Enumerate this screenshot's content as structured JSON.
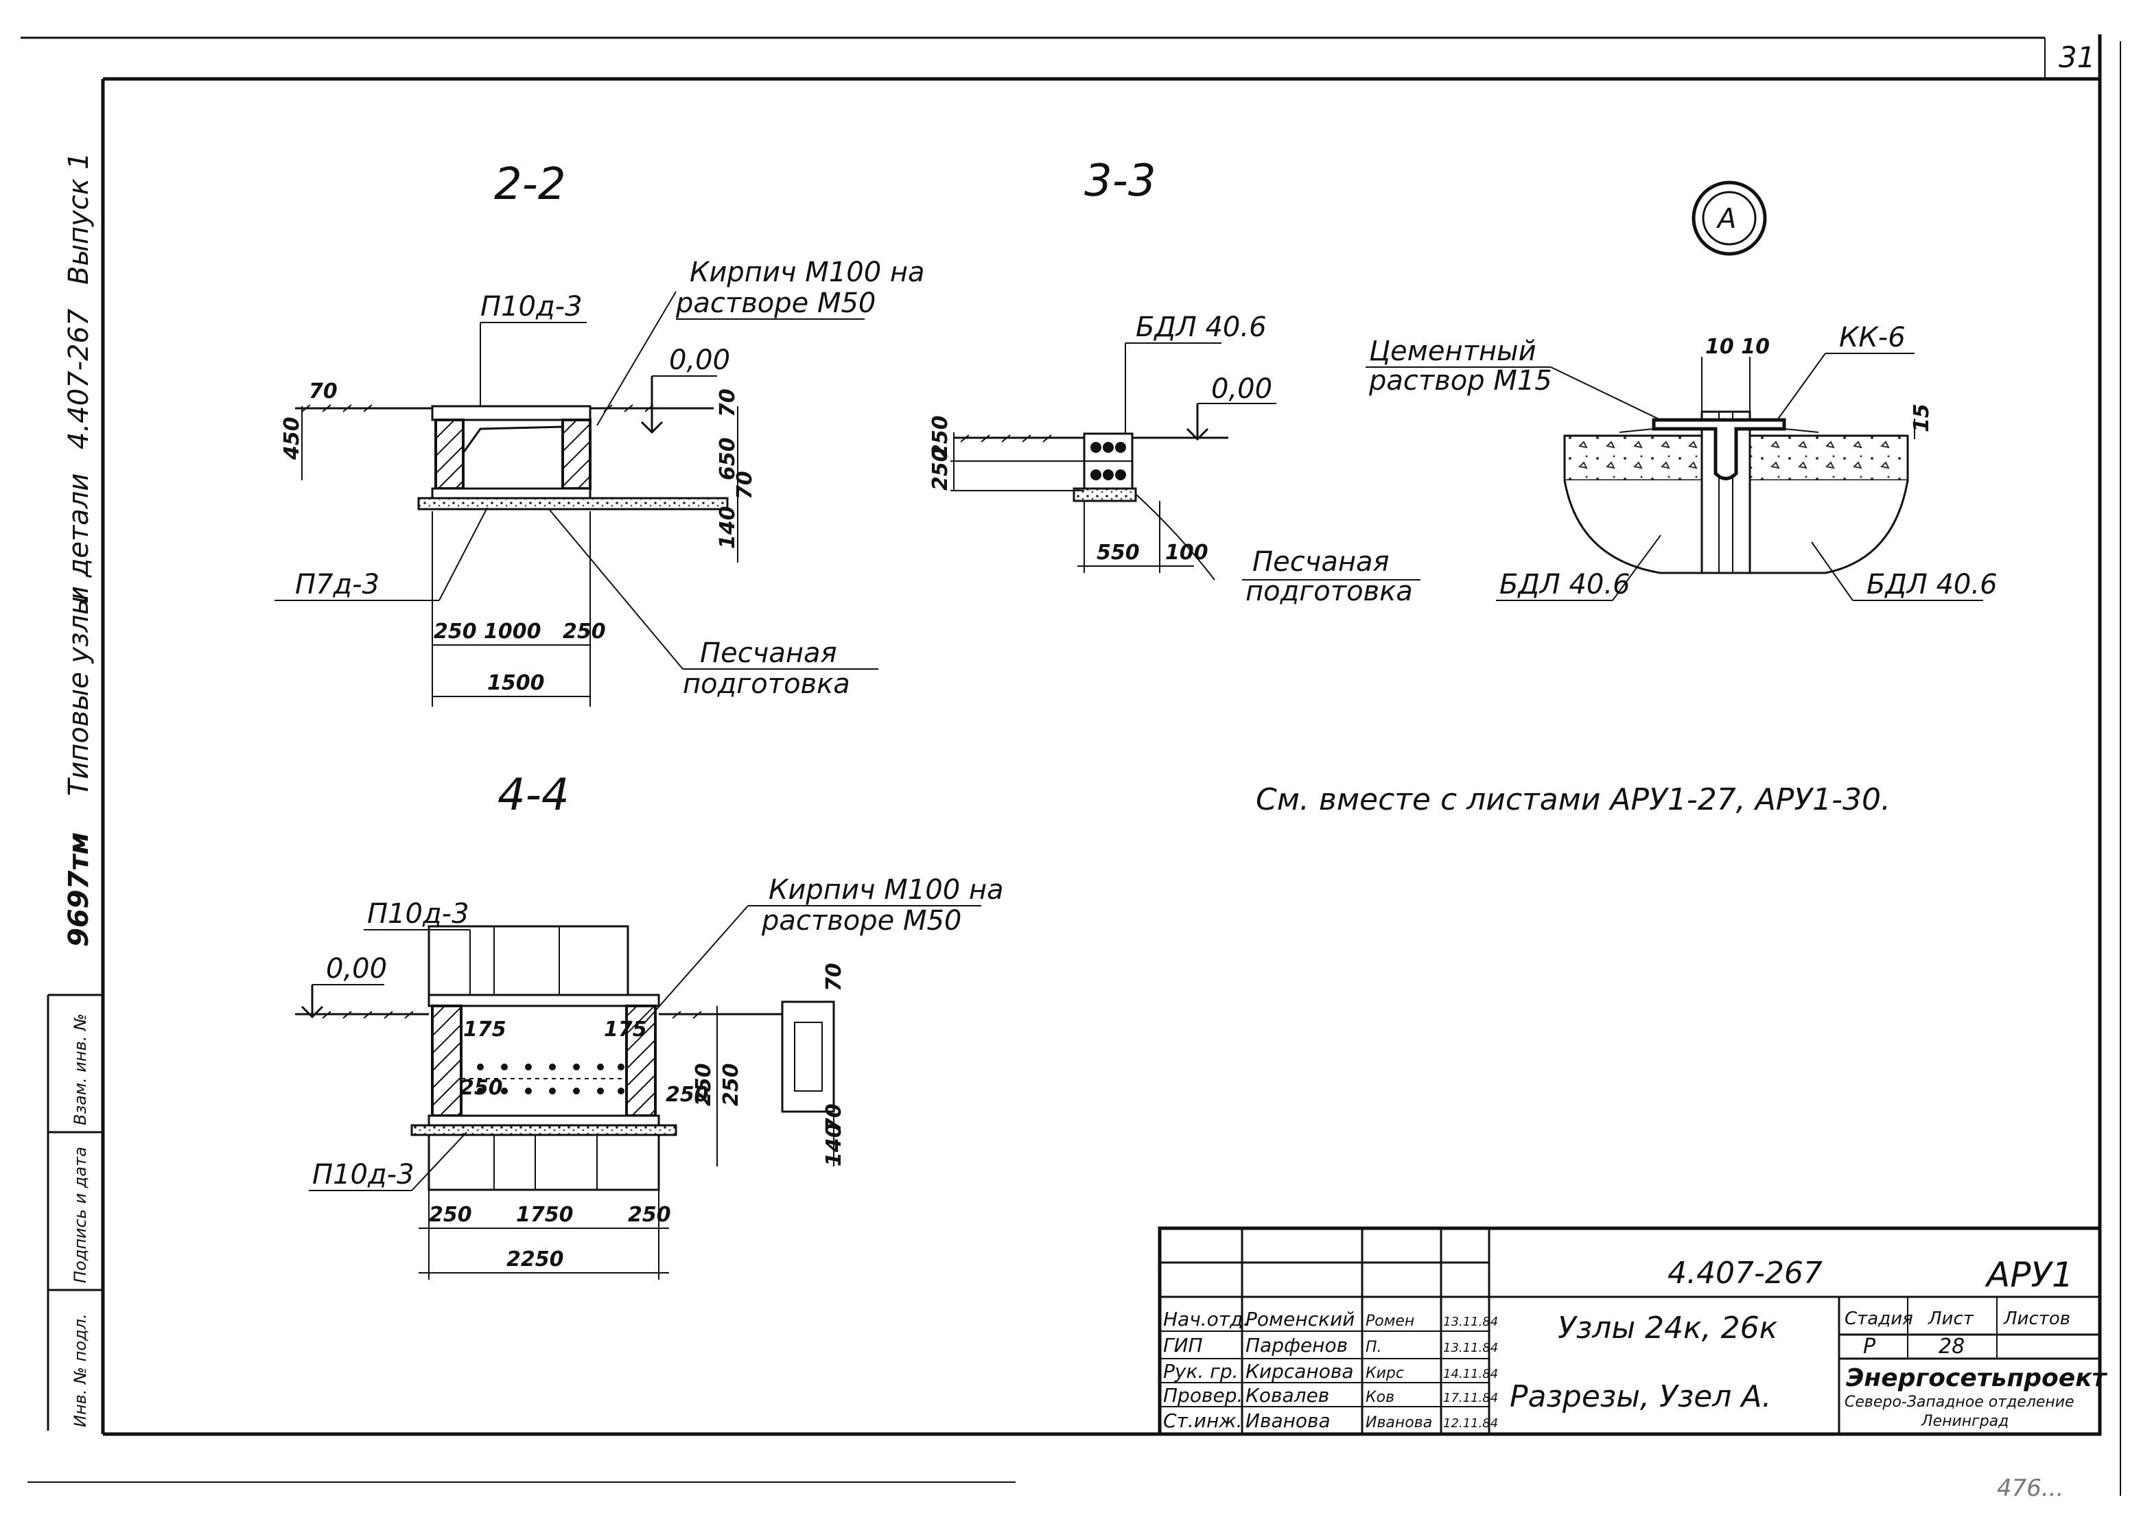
{
  "sheet": {
    "number": "31",
    "corner_note": "476..."
  },
  "side_strip": {
    "issue": "Выпуск 1",
    "series": "4.407-267",
    "title_line1": "Типовые узлы",
    "title_line2": "и детали",
    "archive": "9697тм",
    "cells": [
      "Взам. инв. №",
      "Подпись и дата",
      "Инв. № подл."
    ]
  },
  "section_2_2": {
    "title": "2-2",
    "slab_top": "П10д-3",
    "slab_bottom": "П7д-3",
    "brick_note_1": "Кирпич М100 на",
    "brick_note_2": "растворе М50",
    "level": "0,00",
    "dims": [
      "70",
      "450",
      "70",
      "650",
      "70",
      "140",
      "250",
      "1000",
      "250",
      "1500"
    ],
    "sand_1": "Песчаная",
    "sand_2": "подготовка"
  },
  "section_3_3": {
    "title": "3-3",
    "block": "БДЛ 40.6",
    "level": "0,00",
    "dims": [
      "250",
      "250",
      "550",
      "100"
    ],
    "sand_1": "Песчаная",
    "sand_2": "подготовка"
  },
  "node_a": {
    "mark": "А",
    "cement_1": "Цементный",
    "cement_2": "раствор М15",
    "gap": "10 10",
    "kk": "КК-6",
    "block_left": "БДЛ 40.6",
    "block_right": "БДЛ 40.6"
  },
  "section_4_4": {
    "title": "4-4",
    "slab_top": "П10д-3",
    "slab_bottom": "П10д-3",
    "brick_note_1": "Кирпич М100 на",
    "brick_note_2": "растворе М50",
    "level": "0,00",
    "dims": [
      "70",
      "175",
      "175",
      "250",
      "250",
      "250",
      "250",
      "70",
      "140",
      "250",
      "1750",
      "250",
      "2250"
    ]
  },
  "note": "См. вместе с листами АРУ1-27, АРУ1-30.",
  "title_block": {
    "code": "4.407-267",
    "mark": "АРУ1",
    "people": [
      {
        "role": "Нач.отд.",
        "name": "Роменский",
        "sign": "Ромен",
        "date": "13.11.84"
      },
      {
        "role": "ГИП",
        "name": "Парфенов",
        "sign": "П.",
        "date": "13.11.84"
      },
      {
        "role": "Рук. гр.",
        "name": "Кирсанова",
        "sign": "Кирс",
        "date": "14.11.84"
      },
      {
        "role": "Провер.",
        "name": "Ковалев",
        "sign": "Ков",
        "date": "17.11.84"
      },
      {
        "role": "Ст.инж.",
        "name": "Иванова",
        "sign": "Иванова",
        "date": "12.11.84"
      }
    ],
    "drawing_title_1": "Узлы 24к, 26к",
    "drawing_title_2": "Разрезы, Узел А.",
    "stage_label": "Стадия",
    "sheet_label": "Лист",
    "sheets_label": "Листов",
    "stage": "Р",
    "sheet": "28",
    "org": "Энергосетьпроект",
    "org_dept": "Северо-Западное отделение",
    "org_city": "Ленинград"
  }
}
